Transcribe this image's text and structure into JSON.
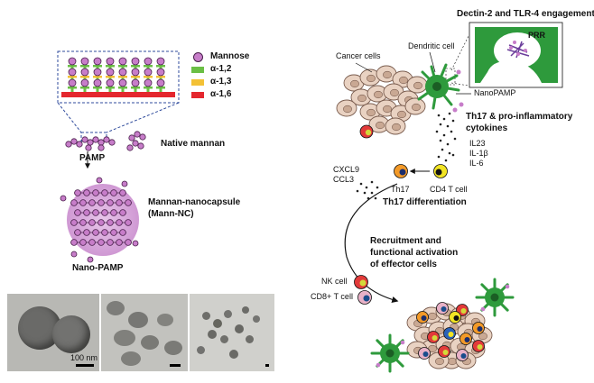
{
  "legend": {
    "items": [
      {
        "label": "Mannose",
        "color": "#c77dc9",
        "shape": "circle"
      },
      {
        "label": "α-1,2",
        "color": "#6bbf45",
        "shape": "bar"
      },
      {
        "label": "α-1,3",
        "color": "#f3c135",
        "shape": "bar"
      },
      {
        "label": "α-1,6",
        "color": "#e4272e",
        "shape": "bar"
      }
    ]
  },
  "labels": {
    "native_mannan": "Native mannan",
    "pamp": "PAMP",
    "mann_nc_line1": "Mannan-nanocapsule",
    "mann_nc_line2": "(Mann-NC)",
    "nano_pamp": "Nano-PAMP",
    "scale_100nm": "100 nm",
    "dectin_title": "Dectin-2 and TLR-4 engagement",
    "prr": "PRR",
    "cancer_cells": "Cancer cells",
    "dendritic_cell": "Dendritic cell",
    "nanopamp": "NanoPAMP",
    "th17_cytokines_line1": "Th17 & pro-inflammatory",
    "th17_cytokines_line2": "cytokines",
    "il23": "IL23",
    "il1b": "IL-1β",
    "il6": "IL-6",
    "cxcl9": "CXCL9",
    "ccl3": "CCL3",
    "th17": "Th17",
    "cd4": "CD4 T cell",
    "th17_diff": "Th17 differentiation",
    "recruit_line1": "Recruitment and",
    "recruit_line2": "functional activation",
    "recruit_line3": "of effector cells",
    "nk_cell": "NK cell",
    "cd8": "CD8+ T cell"
  },
  "colors": {
    "mannose": "#c77dc9",
    "dendritic": "#2e9a3c",
    "cancer_cell": "#e9d2c2",
    "capsule": "#d9a9dc",
    "th17_cell": "#f39a28",
    "cd4_cell": "#f2e424",
    "nk_cell": "#e23a3a",
    "cd8_cell": "#e8b1c7"
  }
}
